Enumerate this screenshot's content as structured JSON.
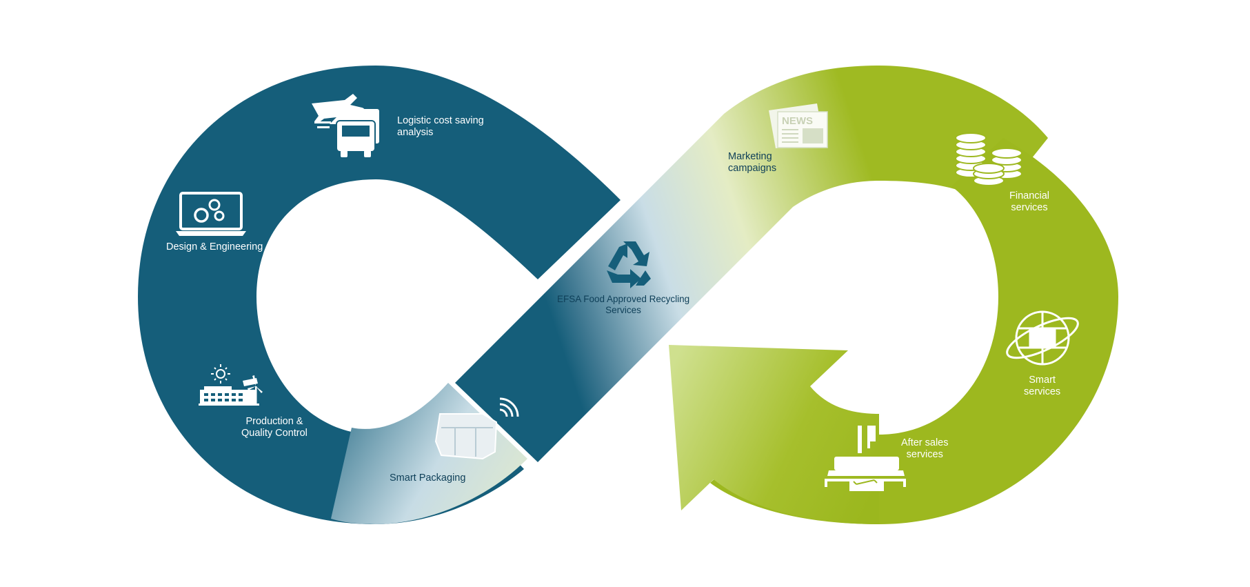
{
  "colors": {
    "blue": "#155e7a",
    "light_mid": "#d4e6ee",
    "pale_green": "#e4ecc4",
    "green": "#9db81f",
    "text_white": "#ffffff",
    "text_dark": "#0e3f58"
  },
  "center": {
    "title_line1": "EFSA Food Approved Recycling",
    "title_line2": "Services",
    "icon": "recycle-icon"
  },
  "stages": {
    "logistic": {
      "line1": "Logistic cost saving",
      "line2": "analysis",
      "icon": "plane-truck-icon"
    },
    "design": {
      "line1": "Design & Engineering",
      "icon": "laptop-gears-icon"
    },
    "production": {
      "line1": "Production &",
      "line2": "Quality Control",
      "icon": "factory-solar-wind-icon"
    },
    "packaging": {
      "line1": "Smart Packaging",
      "icon": "smart-crate-icon"
    },
    "marketing": {
      "line1": "Marketing",
      "line2": "campaigns",
      "icon": "newspaper-icon"
    },
    "financial": {
      "line1": "Financial",
      "line2": "services",
      "icon": "coin-stacks-icon"
    },
    "smart": {
      "line1": "Smart",
      "line2": "services",
      "icon": "globe-crate-icon"
    },
    "aftersales": {
      "line1": "After sales",
      "line2": "services",
      "icon": "machine-wrench-icon"
    }
  }
}
